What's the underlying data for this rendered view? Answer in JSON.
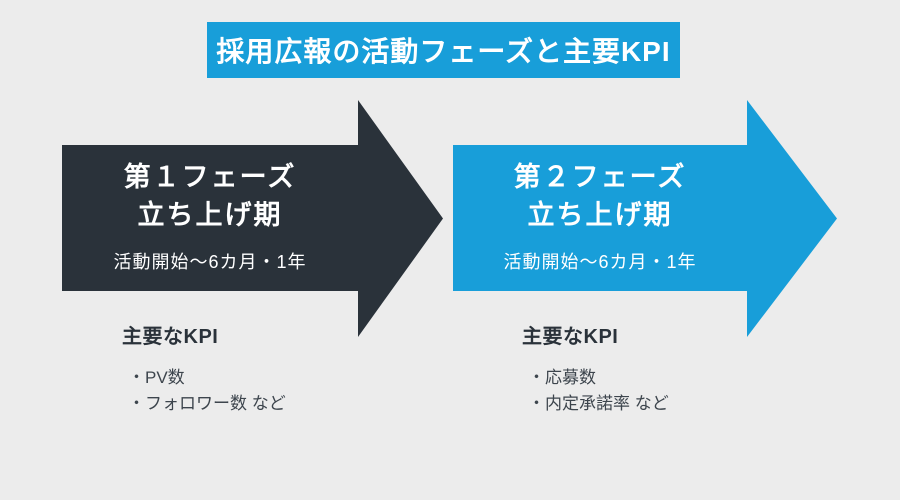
{
  "colors": {
    "background": "#ececec",
    "blue": "#189ed9",
    "dark": "#2a323a",
    "white": "#ffffff"
  },
  "title": {
    "text": "採用広報の活動フェーズと主要KPI"
  },
  "phases": [
    {
      "name": "第１フェーズ",
      "stage": "立ち上げ期",
      "period": "活動開始〜6カ月・1年",
      "kpi_heading": "主要なKPI",
      "kpi_items": [
        "・PV数",
        "・フォロワー数 など"
      ]
    },
    {
      "name": "第２フェーズ",
      "stage": "立ち上げ期",
      "period": "活動開始〜6カ月・1年",
      "kpi_heading": "主要なKPI",
      "kpi_items": [
        "・応募数",
        "・内定承諾率 など"
      ]
    }
  ]
}
